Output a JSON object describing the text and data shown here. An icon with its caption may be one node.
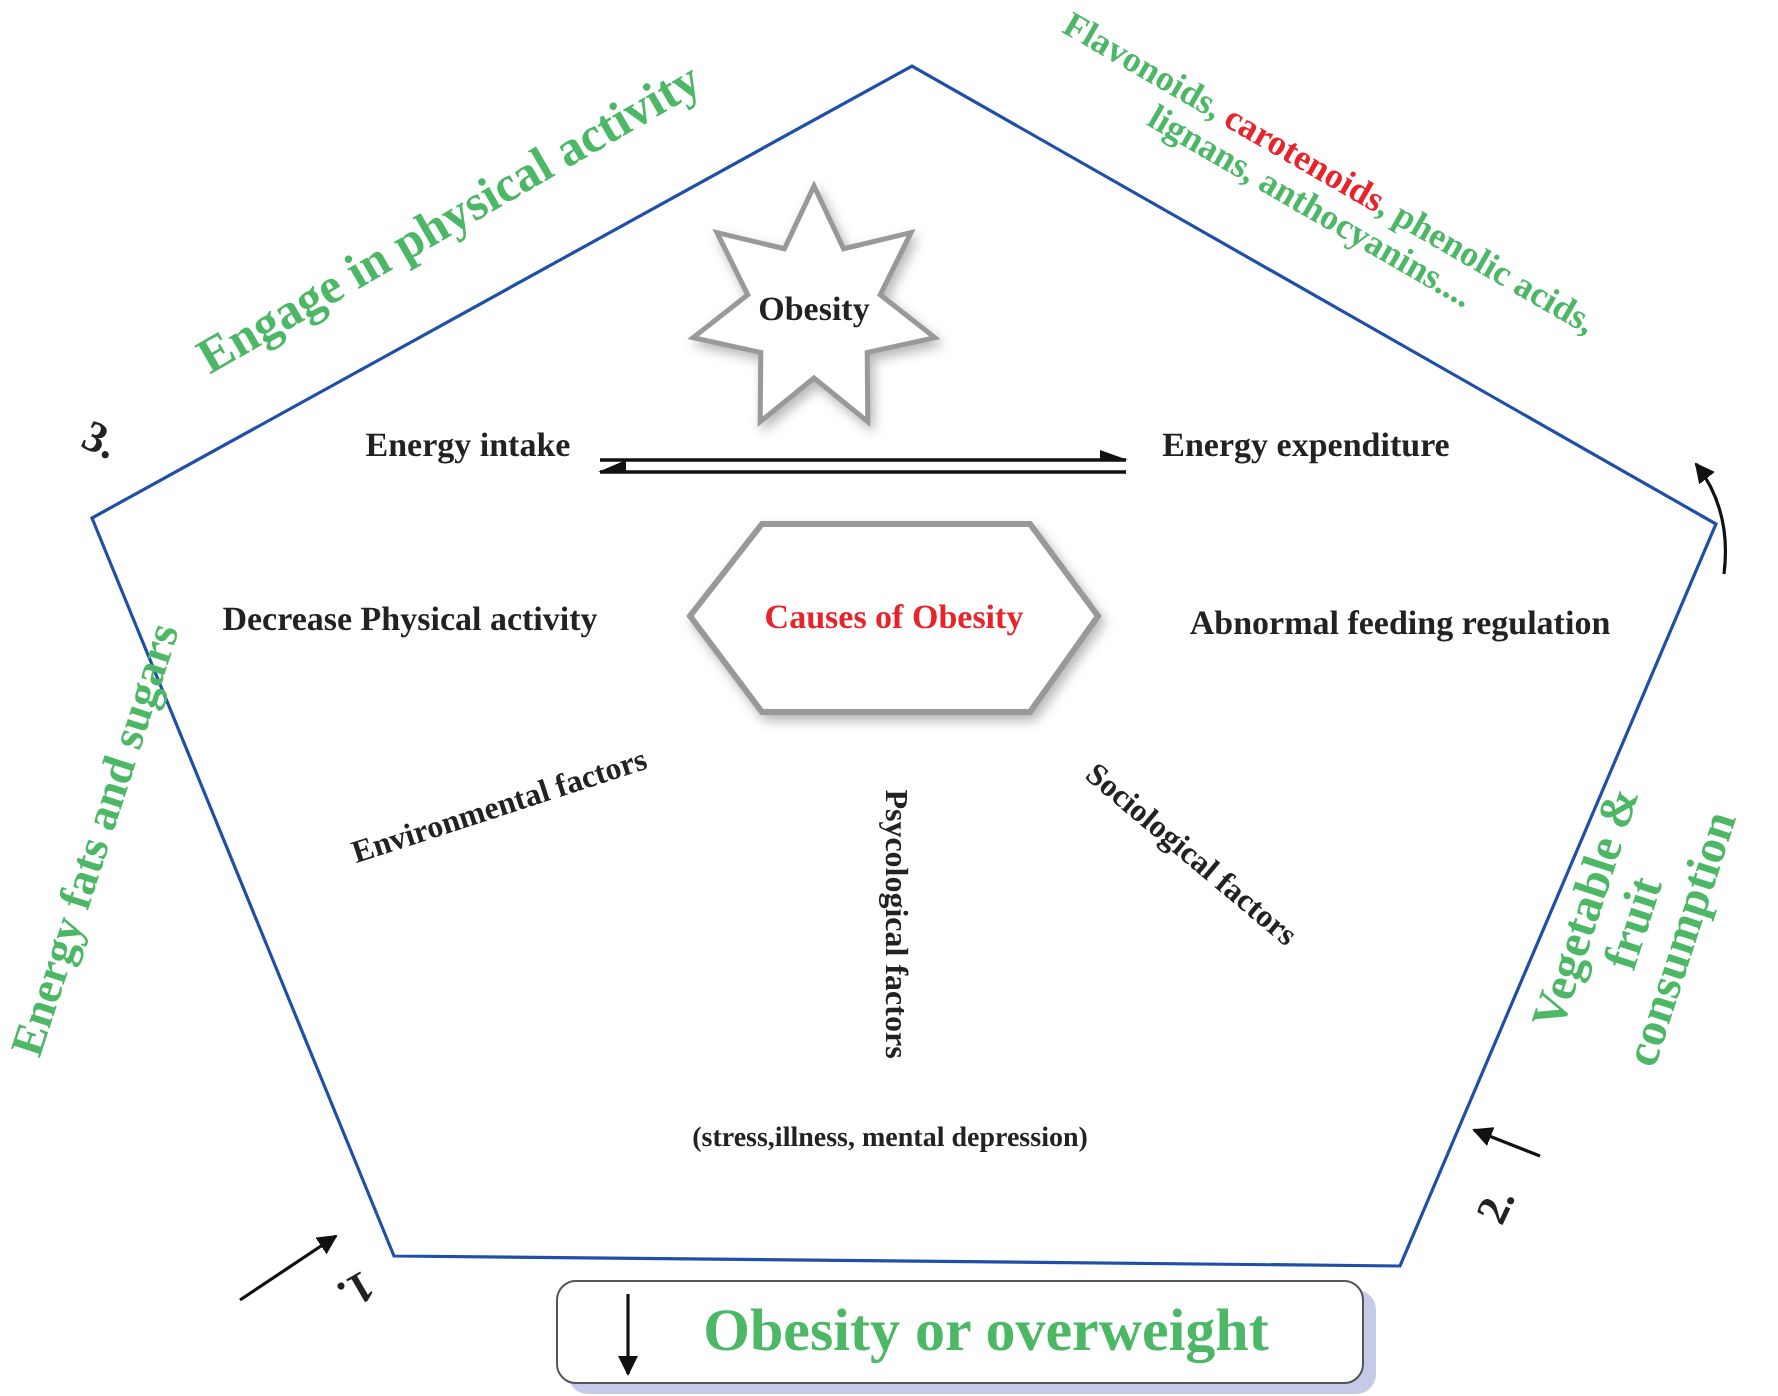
{
  "diagram": {
    "nodes": [
      {
        "text": [
          "Obesity"
        ]
      },
      {
        "text": [
          "Energy intake"
        ]
      },
      {
        "text": [
          "Energy expenditure"
        ]
      },
      {
        "text": [
          "Causes of Obesity"
        ]
      },
      {
        "text": [
          "Obesity or overweight"
        ]
      }
    ],
    "edges": [
      {
        "from": 1,
        "to": 2,
        "arrow": "to"
      },
      {
        "from": 2,
        "to": 1,
        "arrow": "to"
      }
    ],
    "labels": [
      "Engage in physical activity",
      "Flavonoids, **carotenoids**, phenolic acids, lignans, anthocyanins....",
      "3.",
      "Decrease Physical activity",
      "Abnormal feeding regulation",
      "Energy fats and sugars",
      "Environmental factors",
      "Psycological factors",
      "Sociological factors",
      "Vegetable & fruit consumption",
      "(stress,illness, mental depression)",
      "1.",
      "2."
    ]
  }
}
